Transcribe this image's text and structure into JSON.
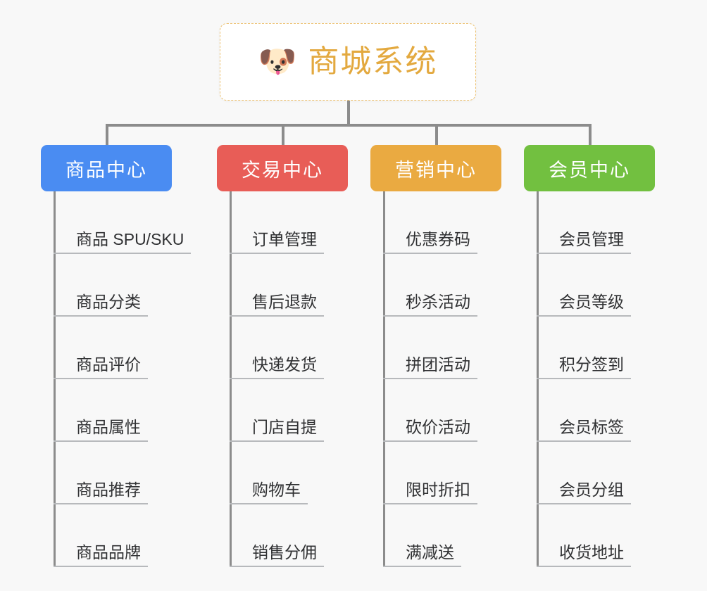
{
  "page": {
    "background": "#f8f8f8",
    "connector_color": "#8c8c8c"
  },
  "root": {
    "title": "商城系统",
    "icon": "shiba-dog-face-icon",
    "icon_glyph": "🐶",
    "text_color": "#e3a93f",
    "border_color": "#edc272"
  },
  "columns": [
    {
      "id": "product-center",
      "title": "商品中心",
      "color": "#4a8cf2",
      "items": [
        "商品 SPU/SKU",
        "商品分类",
        "商品评价",
        "商品属性",
        "商品推荐",
        "商品品牌"
      ]
    },
    {
      "id": "trade-center",
      "title": "交易中心",
      "color": "#e85d57",
      "items": [
        "订单管理",
        "售后退款",
        "快递发货",
        "门店自提",
        "购物车",
        "销售分佣"
      ]
    },
    {
      "id": "marketing-center",
      "title": "营销中心",
      "color": "#eaaa41",
      "items": [
        "优惠券码",
        "秒杀活动",
        "拼团活动",
        "砍价活动",
        "限时折扣",
        "满减送"
      ]
    },
    {
      "id": "member-center",
      "title": "会员中心",
      "color": "#72c040",
      "items": [
        "会员管理",
        "会员等级",
        "积分签到",
        "会员标签",
        "会员分组",
        "收货地址"
      ]
    }
  ]
}
